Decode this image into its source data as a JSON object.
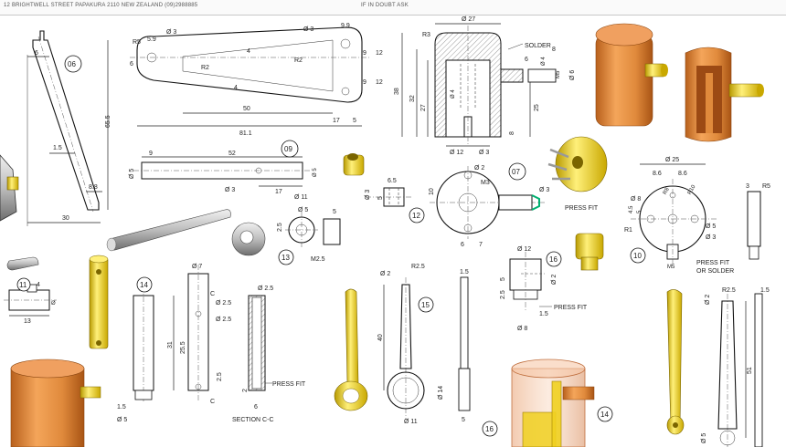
{
  "header": {
    "address": "12 BRIGHTWELL STREET PAPAKURA 2110 NEW ZEALAND (09)2988885",
    "note": "IF IN DOUBT ASK"
  },
  "part_balloons": [
    "06",
    "09",
    "07",
    "12",
    "13",
    "10",
    "11",
    "14",
    "15",
    "16",
    "14",
    "16"
  ],
  "labels": {
    "solder": "SOLDER",
    "press_fit_1": "PRESS FIT",
    "press_fit_2": "PRESS FIT",
    "press_fit_3": "PRESS FIT",
    "press_fit_or_solder_1": "PRESS FIT",
    "press_fit_or_solder_2": "OR SOLDER",
    "section": "SECTION C-C",
    "thread": "M3",
    "thread2": "M2.5",
    "thread3": "M5",
    "c1": "C",
    "c2": "C"
  },
  "dimensions": {
    "d06_6": "6",
    "d06_655": "65.5",
    "d06_15": "1.5",
    "d06_88": "8.8",
    "d06_30": "30",
    "arm_r5": "R5",
    "arm_59": "5.9",
    "arm_d3a": "Ø 3",
    "arm_6": "6",
    "arm_d3b": "Ø 3",
    "arm_99": "9.9",
    "arm_r2a": "R2",
    "arm_r2b": "R2",
    "arm_9a": "9",
    "arm_12a": "12",
    "arm_4a": "4",
    "arm_4b": "4",
    "arm_9b": "9",
    "arm_12b": "12",
    "arm_50": "50",
    "arm_811": "81.1",
    "arm_17": "17",
    "arm_5": "5",
    "cyl_r3": "R3",
    "cyl_d27": "Ø 27",
    "cyl_38": "38",
    "cyl_32": "32",
    "cyl_27": "27",
    "cyl_d4": "Ø 4",
    "cyl_d12": "Ø 12",
    "cyl_d3": "Ø 3",
    "cyl_8": "8",
    "cyl_25": "25",
    "cyl_6": "6",
    "cyl_d4b": "Ø 4",
    "cyl_m5": "M5",
    "cyl_d6": "Ø 6",
    "cyl_8b": "8",
    "rod_9": "9",
    "rod_52": "52",
    "rod_d5": "Ø 5",
    "rod_d3": "Ø 3",
    "rod_17": "17",
    "rod_d5b": "Ø 5",
    "p12_65": "6.5",
    "p12_d3": "Ø 3",
    "p12_5": "5",
    "p13_d11": "Ø 11",
    "p13_d5": "Ø 5",
    "p13_25": "2.5",
    "p13_5": "5",
    "p07_10": "10",
    "p07_6": "6",
    "p07_7": "7",
    "p07_d2": "Ø 2",
    "p07_d3": "Ø 3",
    "p10_d25": "Ø 25",
    "p10_86a": "8.6",
    "p10_86b": "8.6",
    "p10_r8": "R8",
    "p10_r10": "R10",
    "p10_d8": "Ø 8",
    "p10_45": "4.5",
    "p10_5": "5",
    "p10_r1": "R1",
    "p10_d5": "Ø 5",
    "p10_d3": "Ø 3",
    "p10_3": "3",
    "p10_r5": "R5",
    "p11_4": "4",
    "p11_13": "13",
    "p11_d": "Ø",
    "p14_d7": "Ø 7",
    "p14_d25a": "Ø 2.5",
    "p14_d25b": "Ø 2.5",
    "p14_d25c": "Ø 2.5",
    "p14_31": "31",
    "p14_255": "25.5",
    "p14_25": "2.5",
    "p14_15": "1.5",
    "p14_d5": "Ø 5",
    "p14_6": "6",
    "p14_2": "2",
    "p15_d2": "Ø 2",
    "p15_r25": "R2.5",
    "p15_40": "40",
    "p15_15": "1.5",
    "p15_d14": "Ø 14",
    "p15_d11": "Ø 11",
    "p15_5": "5",
    "p16_d12": "Ø 12",
    "p16_d2": "Ø 2",
    "p16_25": "2.5",
    "p16_5": "5",
    "p16_15": "1.5",
    "p16_d8": "Ø 8",
    "br_d2": "Ø 2",
    "br_r25": "R2.5",
    "br_15": "1.5",
    "br_51": "51",
    "br_d5": "Ø 5"
  },
  "colors": {
    "copper": "#e08a3c",
    "copper_dark": "#b8601c",
    "brass": "#f0d020",
    "brass_dark": "#b89a00",
    "steel": "#c9c9c9",
    "steel_dark": "#808080",
    "accent": "#00b070"
  }
}
